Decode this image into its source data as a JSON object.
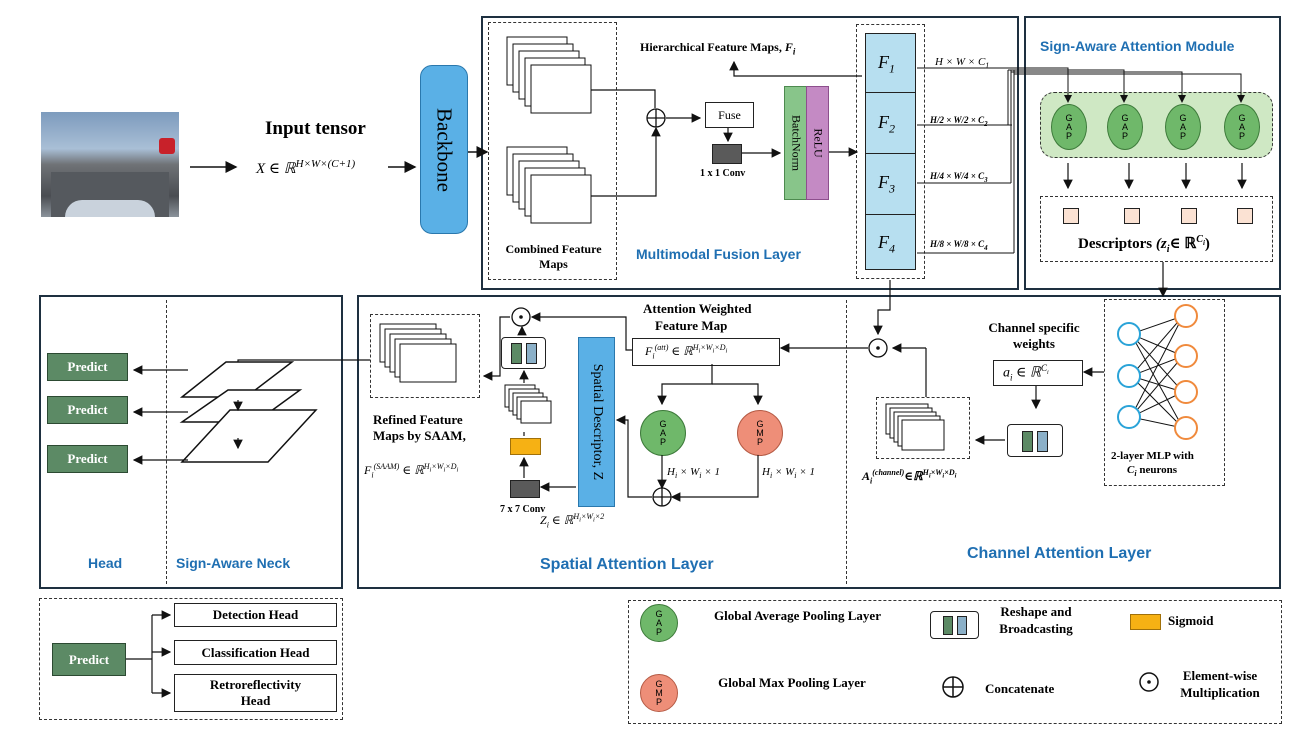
{
  "input": {
    "title": "Input tensor",
    "formula": "X ∈ ℝ",
    "formula_sup": "H×W×(C+1)",
    "backbone": "Backbone"
  },
  "fusion": {
    "title": "Multimodal Fusion Layer",
    "combined": "Combined Feature Maps",
    "fuse": "Fuse",
    "conv": "1 x 1 Conv",
    "batchnorm": "BatchNorm",
    "relu": "ReLU",
    "hier": "Hierarchical Feature Maps, ",
    "hier_math": "F",
    "hier_sub": "i"
  },
  "features": {
    "items": [
      {
        "label": "F",
        "sub": "1",
        "dim": "H × W × C",
        "dim_sub": "1"
      },
      {
        "label": "F",
        "sub": "2",
        "dim": "H/2 × W/2 × C",
        "dim_sub": "2"
      },
      {
        "label": "F",
        "sub": "3",
        "dim": "H/4 × W/4 × C",
        "dim_sub": "3"
      },
      {
        "label": "F",
        "sub": "4",
        "dim": "H/8 × W/8 × C",
        "dim_sub": "4"
      }
    ]
  },
  "saam": {
    "title": "Sign-Aware Attention Module",
    "gap_letters": [
      "G",
      "A",
      "P"
    ],
    "descriptors": "Descriptors",
    "desc_math": "(z",
    "desc_tail": "∈ ℝ",
    "desc_sup": "C",
    "desc_sup_sub": "i",
    "desc_close": ")"
  },
  "channel": {
    "title": "Channel Attention Layer",
    "weights_label": "Channel specific weights",
    "weights_math": "a",
    "weights_tail": " ∈ ℝ",
    "weights_sup": "C",
    "mlp_line1": "2-layer MLP with",
    "mlp_line2": " neurons",
    "mlp_math": "C",
    "A_label": "A",
    "A_sup": "(channel)",
    "A_tail": "∈ℝ",
    "A_dims": "H",
    "A_dims_rest": "×W",
    "A_dims_rest2": "×D"
  },
  "spatial": {
    "title": "Spatial Attention Layer",
    "att_title_1": "Attention Weighted",
    "att_title_2": "Feature Map",
    "att_math": "F",
    "att_sup": "(att)",
    "att_tail": " ∈ ℝ",
    "spatial_desc": "Spatial Descriptor, Z",
    "gap_dim": "H",
    "gap_dim_tail": " × W",
    "gap_dim_end": " × 1",
    "z_label": "Z",
    "z_tail": " ∈ ℝ",
    "conv7": "7 x 7 Conv",
    "refined_1": "Refined Feature",
    "refined_2": "Maps by SAAM,",
    "saam_math": "F",
    "saam_sup": "(SAAM)",
    "saam_tail": " ∈ ℝ"
  },
  "neck": {
    "head_title": "Head",
    "neck_title": "Sign-Aware Neck",
    "predict_label": "Predict",
    "predicts": [
      "Predict",
      "Predict",
      "Predict"
    ]
  },
  "heads": {
    "predict": "Predict",
    "detection": "Detection Head",
    "classification": "Classification Head",
    "retro_1": "Retroreflectivity",
    "retro_2": "Head"
  },
  "legend": {
    "gap": "Global Average Pooling Layer",
    "reshape": "Reshape and Broadcasting",
    "sigmoid": "Sigmoid",
    "gmp": "Global Max Pooling Layer",
    "concat": "Concatenate",
    "mult": "Element-wise Multiplication",
    "gap_letters": [
      "G",
      "A",
      "P"
    ],
    "gmp_letters": [
      "G",
      "M",
      "P"
    ]
  },
  "colors": {
    "panel_border": "#1e3040",
    "title_blue": "#1f6fb2",
    "feature_fill": "#b7dff0",
    "backbone_fill": "#5ab0e6",
    "gap_fill": "#6fb86a",
    "gmp_fill": "#ee8e78",
    "predict_fill": "#5c8a65",
    "saam_bg": "#cfe8c4",
    "sigmoid": "#f6b114",
    "bn_fill": "#88c58a",
    "relu_fill": "#c48ac4"
  }
}
